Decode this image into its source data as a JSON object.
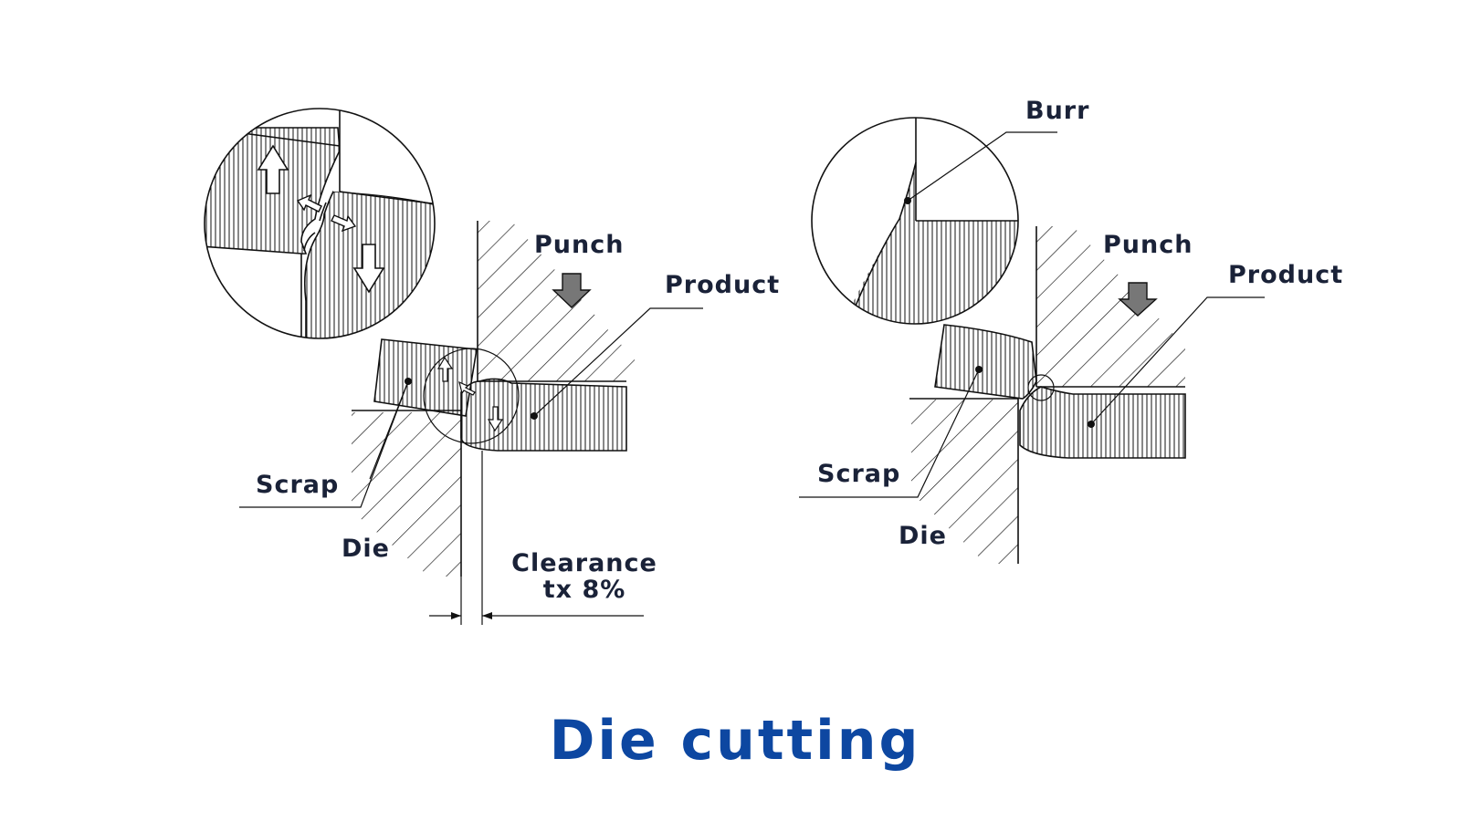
{
  "title": "Die cutting",
  "left_diagram": {
    "punch": "Punch",
    "product": "Product",
    "scrap": "Scrap",
    "die": "Die",
    "clearance_line1": "Clearance",
    "clearance_line2": "tx 8%"
  },
  "right_diagram": {
    "burr": "Burr",
    "punch": "Punch",
    "product": "Product",
    "scrap": "Scrap",
    "die": "Die"
  },
  "colors": {
    "title": "#0d47a1",
    "labels": "#1a2238",
    "lines": "#111111",
    "arrow_fill": "#777777"
  }
}
